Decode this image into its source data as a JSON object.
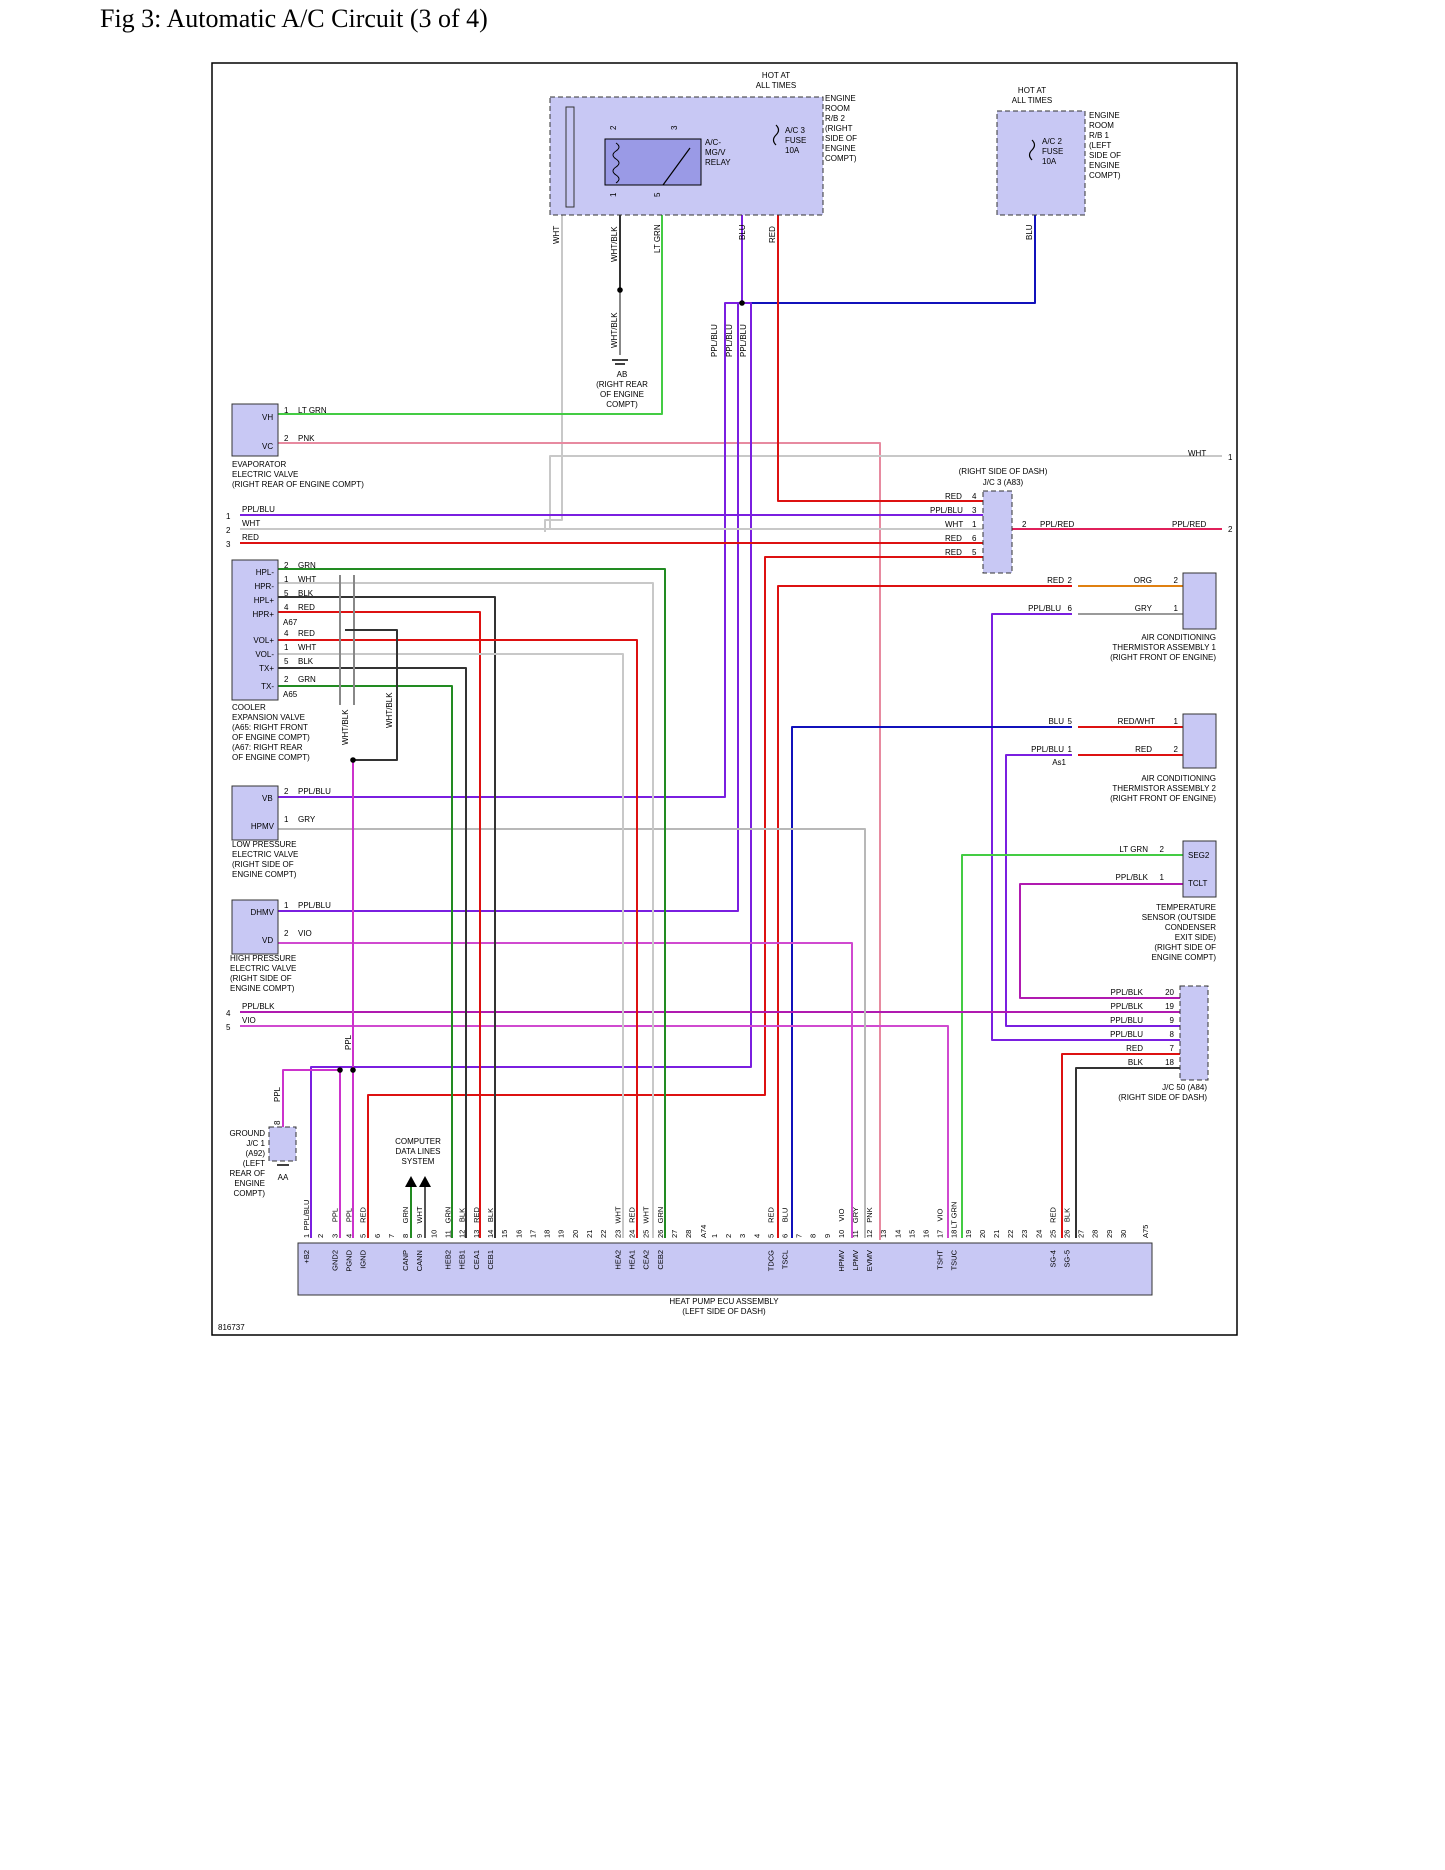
{
  "figure_title": "Fig 3: Automatic A/C Circuit (3 of 4)",
  "figure_number": "816737",
  "colors": {
    "component_fill": "#c8c8f4",
    "relay_fill": "#9a9ae6",
    "white_wire": "#c8c8c8",
    "lt_grn": "#44cc44",
    "grn": "#228b22",
    "pnk": "#e78aa0",
    "red": "#dd1111",
    "blu": "#1111bb",
    "ppl_blu": "#7a1fe0",
    "ppl_red": "#e0205a",
    "ppl_blk": "#b01ab0",
    "ppl": "#cc33cc",
    "vio": "#d04ad0",
    "blk": "#333333",
    "gry": "#9a9a9a",
    "org": "#e08010"
  },
  "components": {
    "er_rb2": {
      "hot": "HOT AT\nALL TIMES",
      "name": "ENGINE\nROOM\nR/B 2\n(RIGHT\nSIDE OF\nENGINE\nCOMPT)",
      "relay": "A/C-\nMG/V\nRELAY",
      "fuse": "A/C 3\nFUSE\n10A",
      "relay_pins": [
        "2",
        "3",
        "1",
        "5"
      ]
    },
    "er_rb1": {
      "hot": "HOT AT\nALL TIMES",
      "name": "ENGINE\nROOM\nR/B 1\n(LEFT\nSIDE OF\nENGINE\nCOMPT)",
      "fuse": "A/C 2\nFUSE\n10A"
    },
    "ground_ab": {
      "name": "AB\n(RIGHT REAR\nOF ENGINE\nCOMPT)"
    },
    "evap_valve": {
      "pins": [
        "VH",
        "VC"
      ],
      "name": "EVAPORATOR\nELECTRIC VALVE\n(RIGHT REAR OF ENGINE COMPT)"
    },
    "cooler_exp_valve": {
      "pins": [
        "HPL-",
        "HPR-",
        "HPL+",
        "HPR+",
        "VOL+",
        "VOL-",
        "TX+",
        "TX-"
      ],
      "connectors": [
        "A67",
        "A65"
      ],
      "name": "COOLER\nEXPANSION VALVE\n(A65: RIGHT FRONT\nOF ENGINE COMPT)\n(A67: RIGHT REAR\nOF ENGINE COMPT)"
    },
    "low_press_valve": {
      "pins": [
        "VB",
        "HPMV"
      ],
      "name": "LOW PRESSURE\nELECTRIC VALVE\n(RIGHT SIDE OF\nENGINE COMPT)"
    },
    "high_press_valve": {
      "pins": [
        "DHMV",
        "VD"
      ],
      "name": "HIGH PRESSURE\nELECTRIC VALVE\n(RIGHT SIDE OF\nENGINE COMPT)"
    },
    "ground_jc1": {
      "name": "GROUND\nJ/C 1\n(A92)\n(LEFT\nREAR OF\nENGINE\nCOMPT)",
      "pin": "8",
      "ground": "AA"
    },
    "jc3": {
      "location": "(RIGHT SIDE OF DASH)",
      "name": "J/C 3 (A83)"
    },
    "ac_therm1": {
      "name": "AIR CONDITIONING\nTHERMISTOR ASSEMBLY 1\n(RIGHT FRONT OF ENGINE)"
    },
    "ac_therm2": {
      "name": "AIR CONDITIONING\nTHERMISTOR ASSEMBLY 2\n(RIGHT FRONT OF ENGINE)",
      "connector": "As1"
    },
    "temp_sensor": {
      "pins": [
        "SEG2",
        "TCLT"
      ],
      "name": "TEMPERATURE\nSENSOR (OUTSIDE\nCONDENSER\nEXIT SIDE)\n(RIGHT SIDE OF\nENGINE COMPT)"
    },
    "jc50": {
      "name": "J/C 50 (A84)\n(RIGHT SIDE OF DASH)"
    },
    "computer_data": {
      "name": "COMPUTER\nDATA LINES\nSYSTEM"
    },
    "ecu": {
      "name": "HEAT PUMP ECU ASSEMBLY\n(LEFT SIDE OF DASH)",
      "conn_a74": "A74",
      "conn_a75": "A75"
    }
  },
  "off_page_refs": {
    "left": [
      "1",
      "2",
      "3",
      "4",
      "5"
    ],
    "right": [
      "1",
      "2"
    ]
  },
  "ecu_terminals_a74": [
    {
      "pin": "1",
      "name": "+B2",
      "wire": "PPL/BLU"
    },
    {
      "pin": "2",
      "name": "",
      "wire": ""
    },
    {
      "pin": "3",
      "name": "GND2",
      "wire": "PPL"
    },
    {
      "pin": "4",
      "name": "PGND",
      "wire": "PPL"
    },
    {
      "pin": "5",
      "name": "IGND",
      "wire": "RED"
    },
    {
      "pin": "6",
      "name": "",
      "wire": ""
    },
    {
      "pin": "7",
      "name": "",
      "wire": ""
    },
    {
      "pin": "8",
      "name": "CANP",
      "wire": "GRN"
    },
    {
      "pin": "9",
      "name": "CANN",
      "wire": "WHT"
    },
    {
      "pin": "10",
      "name": "",
      "wire": ""
    },
    {
      "pin": "11",
      "name": "HEB2",
      "wire": "GRN"
    },
    {
      "pin": "12",
      "name": "HEB1",
      "wire": "BLK"
    },
    {
      "pin": "13",
      "name": "CEA1",
      "wire": "RED"
    },
    {
      "pin": "14",
      "name": "CEB1",
      "wire": "BLK"
    },
    {
      "pin": "15",
      "name": "",
      "wire": ""
    },
    {
      "pin": "16",
      "name": "",
      "wire": ""
    },
    {
      "pin": "17",
      "name": "",
      "wire": ""
    },
    {
      "pin": "18",
      "name": "",
      "wire": ""
    },
    {
      "pin": "19",
      "name": "",
      "wire": ""
    },
    {
      "pin": "20",
      "name": "",
      "wire": ""
    },
    {
      "pin": "21",
      "name": "",
      "wire": ""
    },
    {
      "pin": "22",
      "name": "",
      "wire": ""
    },
    {
      "pin": "23",
      "name": "HEA2",
      "wire": "WHT"
    },
    {
      "pin": "24",
      "name": "HEA1",
      "wire": "RED"
    },
    {
      "pin": "25",
      "name": "CEA2",
      "wire": "WHT"
    },
    {
      "pin": "26",
      "name": "CEB2",
      "wire": "GRN"
    },
    {
      "pin": "27",
      "name": "",
      "wire": ""
    },
    {
      "pin": "28",
      "name": "",
      "wire": ""
    }
  ],
  "ecu_terminals_a75": [
    {
      "pin": "1",
      "name": "",
      "wire": ""
    },
    {
      "pin": "2",
      "name": "",
      "wire": ""
    },
    {
      "pin": "3",
      "name": "",
      "wire": ""
    },
    {
      "pin": "4",
      "name": "",
      "wire": ""
    },
    {
      "pin": "5",
      "name": "TDCG",
      "wire": "RED"
    },
    {
      "pin": "6",
      "name": "TSCL",
      "wire": "BLU"
    },
    {
      "pin": "7",
      "name": "",
      "wire": ""
    },
    {
      "pin": "8",
      "name": "",
      "wire": ""
    },
    {
      "pin": "9",
      "name": "",
      "wire": ""
    },
    {
      "pin": "10",
      "name": "HPMV",
      "wire": "VIO"
    },
    {
      "pin": "11",
      "name": "LPMV",
      "wire": "GRY"
    },
    {
      "pin": "12",
      "name": "EVMV",
      "wire": "PNK"
    },
    {
      "pin": "13",
      "name": "",
      "wire": ""
    },
    {
      "pin": "14",
      "name": "",
      "wire": ""
    },
    {
      "pin": "15",
      "name": "",
      "wire": ""
    },
    {
      "pin": "16",
      "name": "",
      "wire": ""
    },
    {
      "pin": "17",
      "name": "TSHT",
      "wire": "VIO"
    },
    {
      "pin": "18",
      "name": "TSUC",
      "wire": "LT GRN"
    },
    {
      "pin": "19",
      "name": "",
      "wire": ""
    },
    {
      "pin": "20",
      "name": "",
      "wire": ""
    },
    {
      "pin": "21",
      "name": "",
      "wire": ""
    },
    {
      "pin": "22",
      "name": "",
      "wire": ""
    },
    {
      "pin": "23",
      "name": "",
      "wire": ""
    },
    {
      "pin": "24",
      "name": "",
      "wire": ""
    },
    {
      "pin": "25",
      "name": "SG-4",
      "wire": "RED"
    },
    {
      "pin": "26",
      "name": "SG-5",
      "wire": "BLK"
    },
    {
      "pin": "27",
      "name": "",
      "wire": ""
    },
    {
      "pin": "28",
      "name": "",
      "wire": ""
    },
    {
      "pin": "29",
      "name": "",
      "wire": ""
    },
    {
      "pin": "30",
      "name": "",
      "wire": ""
    }
  ],
  "labels": {
    "t": {
      "blu_rb1": "BLU",
      "wht_rb2": "WHT",
      "whtblk_rb2": "WHT/BLK",
      "ltgrn_rb2": "LT GRN",
      "blu_rb2": "BLU",
      "red_rb2": "RED",
      "whtblk_ab": "WHT/BLK",
      "pplblu_v1": "PPL/BLU",
      "pplblu_v2": "PPL/BLU",
      "pplblu_v3": "PPL/BLU",
      "evap_p1": "1",
      "evap_w1": "LT GRN",
      "evap_p2": "2",
      "evap_w2": "PNK",
      "l1_w": "PPL/BLU",
      "l2_w": "WHT",
      "l3_w": "RED",
      "r1_w": "WHT",
      "l4_w": "PPL/BLK",
      "l5_w": "VIO",
      "jc3_r4": "RED",
      "jc3_p4": "4",
      "jc3_r3": "PPL/BLU",
      "jc3_p3": "3",
      "jc3_r1": "WHT",
      "jc3_p1": "1",
      "jc3_r6": "RED",
      "jc3_p6": "6",
      "jc3_r5": "RED",
      "jc3_p5": "5",
      "jc3_o2": "2",
      "jc3_ow": "PPL/RED",
      "r2_w": "PPL/RED",
      "cev_p1": "2",
      "cev_w1": "GRN",
      "cev_p2": "1",
      "cev_w2": "WHT",
      "cev_p3": "5",
      "cev_w3": "BLK",
      "cev_p4": "4",
      "cev_w4": "RED",
      "cev_p5": "4",
      "cev_w5": "RED",
      "cev_p6": "1",
      "cev_w6": "WHT",
      "cev_p7": "5",
      "cev_w7": "BLK",
      "cev_p8": "2",
      "cev_w8": "GRN",
      "cev_whtblk1": "WHT/BLK",
      "cev_whtblk2": "WHT/BLK",
      "lpv_p1": "2",
      "lpv_w1": "PPL/BLU",
      "lpv_p2": "1",
      "lpv_w2": "GRY",
      "hpv_p1": "1",
      "hpv_w1": "PPL/BLU",
      "hpv_p2": "2",
      "hpv_w2": "VIO",
      "ppl_v": "PPL",
      "ppl_gnd": "PPL",
      "t1_red": "RED",
      "t1_rp": "2",
      "t1_org": "ORG",
      "t1_op": "2",
      "t1_pplblu": "PPL/BLU",
      "t1_pp": "6",
      "t1_gry": "GRY",
      "t1_gp": "1",
      "t2_blu": "BLU",
      "t2_bp": "5",
      "t2_redwht": "RED/WHT",
      "t2_rwp": "1",
      "t2_pplblu": "PPL/BLU",
      "t2_pp": "1",
      "t2_red": "RED",
      "t2_rp": "2",
      "ts_ltgrn": "LT GRN",
      "ts_lp": "2",
      "ts_pplblk": "PPL/BLK",
      "ts_pp": "1",
      "jc50_w20": "PPL/BLK",
      "jc50_p20": "20",
      "jc50_w19": "PPL/BLK",
      "jc50_p19": "19",
      "jc50_w9": "PPL/BLU",
      "jc50_p9": "9",
      "jc50_w8": "PPL/BLU",
      "jc50_p8": "8",
      "jc50_w7": "RED",
      "jc50_p7": "7",
      "jc50_w18": "BLK",
      "jc50_p18": "18"
    }
  }
}
